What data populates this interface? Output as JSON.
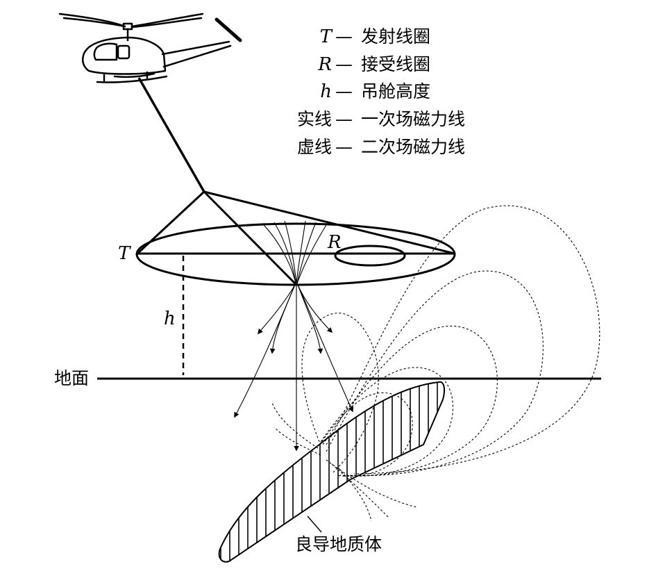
{
  "legend": [
    {
      "symbol": "T",
      "dash": "—",
      "text": "发射线圈"
    },
    {
      "symbol": "R",
      "dash": "—",
      "text": "接受线圈"
    },
    {
      "symbol": "h",
      "dash": "—",
      "text": "吊舱高度"
    },
    {
      "symbol": "实线",
      "dash": "—",
      "text": "一次场磁力线"
    },
    {
      "symbol": "虚线",
      "dash": "—",
      "text": "二次场磁力线"
    }
  ],
  "labels": {
    "transmit_coil": "T",
    "receive_coil": "R",
    "height": "h",
    "ground": "地面",
    "conductor": "良导地质体"
  },
  "colors": {
    "ink": "#000000",
    "background": "#ffffff"
  }
}
